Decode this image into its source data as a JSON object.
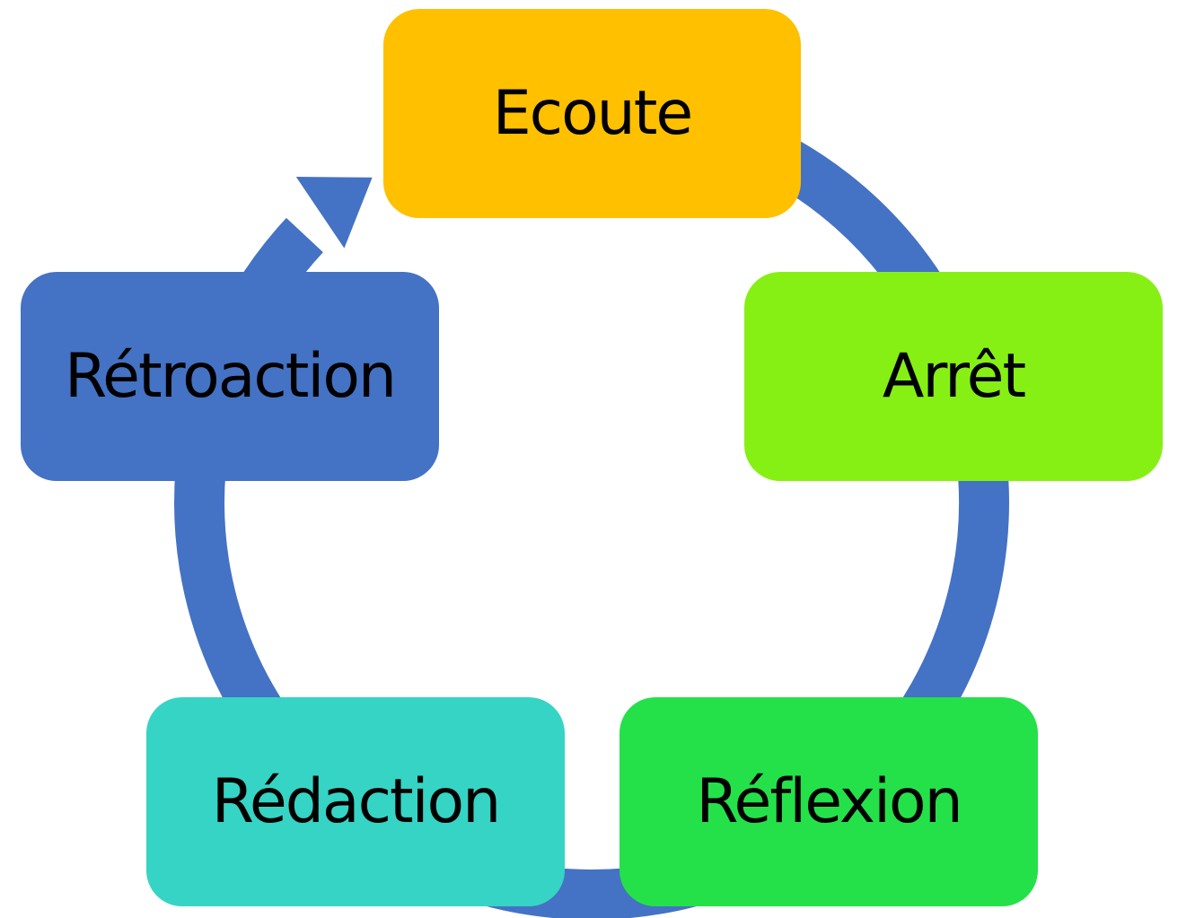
{
  "colors": {
    "cycle_arrow": "#4472C4",
    "node_ecoute": "#FFC000",
    "node_arret": "#86F014",
    "node_reflexion": "#24E14A",
    "node_redaction": "#36D4C4",
    "node_retroaction": "#4472C4"
  },
  "nodes": [
    {
      "id": "ecoute",
      "label": "Ecoute"
    },
    {
      "id": "arret",
      "label": "Arrêt"
    },
    {
      "id": "reflexion",
      "label": "Réflexion"
    },
    {
      "id": "redaction",
      "label": "Rédaction"
    },
    {
      "id": "retroaction",
      "label": "Rétroaction"
    }
  ]
}
